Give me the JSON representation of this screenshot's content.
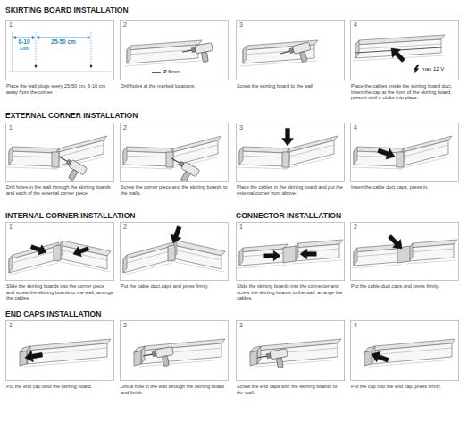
{
  "diagram": {
    "nodes": [
      {
        "text": [
          "1",
          "Place the wall plugs every 25-50 cm, 6-10 cm away from the corner."
        ]
      },
      {
        "text": [
          "2",
          "Drill holes at the marked locations"
        ]
      },
      {
        "text": [
          "3",
          "Screw the skirting board to the wall"
        ]
      },
      {
        "text": [
          "4",
          "Place the cables inside the skirting board duct. Insert the cap at the front of the skirting board, press it until it clicks into place."
        ]
      },
      {
        "text": [
          "1",
          "Drill holes in the wall through the skirting boards and each of the external corner piece."
        ]
      },
      {
        "text": [
          "2",
          "Screw the corner piece and the skirting boards to the walls."
        ]
      },
      {
        "text": [
          "3",
          "Place the cables in the skirting board and put the external corner from above."
        ]
      },
      {
        "text": [
          "4",
          "Insert the cable duct caps, press in."
        ]
      },
      {
        "text": [
          "1",
          "Slide the skirting boards into the corner piece and screw the skirting boards to the wall, arrange the cables."
        ]
      },
      {
        "text": [
          "2",
          "Put the cable duct caps and press firmly."
        ]
      },
      {
        "text": [
          "1",
          "Slide the skirting boards into the connector and screw the skirting boards to the wall, arrange the cables."
        ]
      },
      {
        "text": [
          "2",
          "Put the cable duct caps and press firmly."
        ]
      },
      {
        "text": [
          "1",
          "Put the end cap onto the skirting board."
        ]
      },
      {
        "text": [
          "2",
          "Drill a hole in the wall through the skirting board and finish."
        ]
      },
      {
        "text": [
          "3",
          "Screw the end caps with the skirting boards to the wall."
        ]
      },
      {
        "text": [
          "4",
          "Put the cap into the end cap, press firmly."
        ]
      }
    ],
    "labels": [
      "SKIRTING BOARD INSTALLATION",
      "6-10 cm",
      "25-50 cm",
      "Ø 6mm",
      "max 12 V",
      "EXTERNAL CORNER INSTALLATION",
      "INTERNAL CORNER INSTALLATION",
      "CONNECTOR INSTALLATION",
      "END CAPS INSTALLATION"
    ]
  }
}
